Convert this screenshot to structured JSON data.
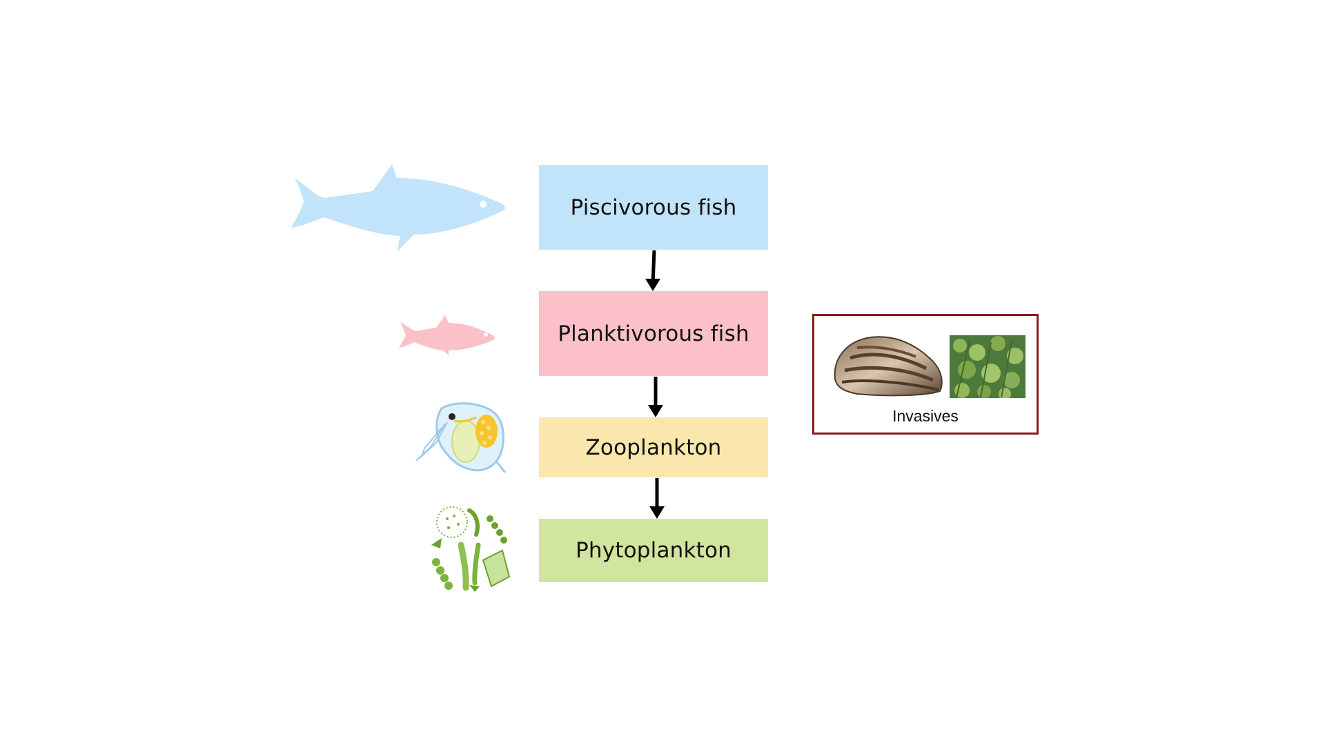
{
  "levels": [
    {
      "id": "piscivorous",
      "label": "Piscivorous fish",
      "color": "#c2e4fb"
    },
    {
      "id": "planktivorous",
      "label": "Planktivorous fish",
      "color": "#fbc0c8"
    },
    {
      "id": "zooplankton",
      "label": "Zooplankton",
      "color": "#fae7ad"
    },
    {
      "id": "phytoplankton",
      "label": "Phytoplankton",
      "color": "#d2e59f"
    }
  ],
  "invasives": {
    "label": "Invasives",
    "border_color": "#8b1a1a",
    "items": [
      "zebra-mussel-photo",
      "aquatic-weed-photo"
    ]
  },
  "icons": [
    "piscivorous-fish-icon",
    "planktivorous-fish-icon",
    "zooplankton-icon",
    "phytoplankton-icon"
  ],
  "arrow_color": "#000000"
}
